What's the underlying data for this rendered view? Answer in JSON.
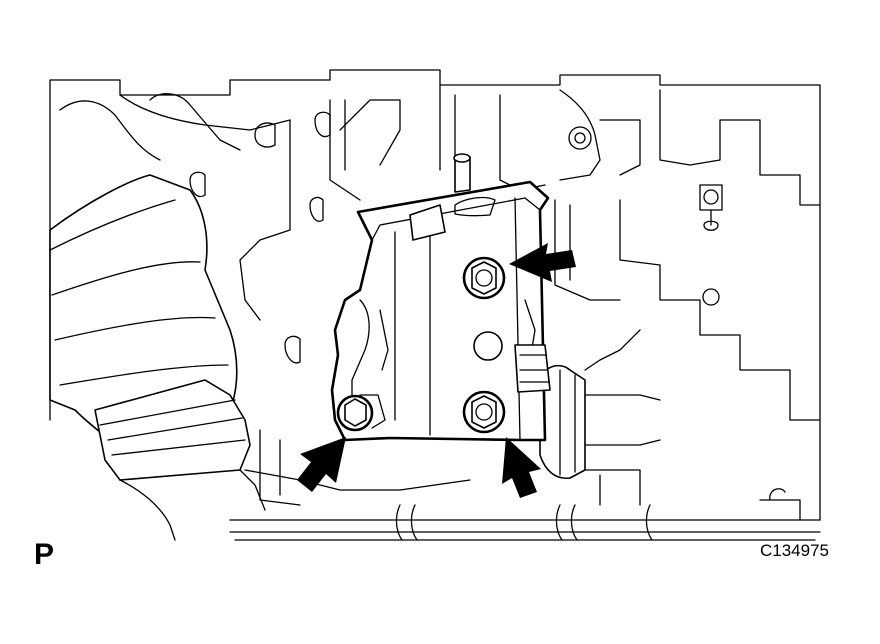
{
  "figure": {
    "view_label": "P",
    "figure_code": "C134975",
    "icons": [
      "engine-mount-bracket-illustration",
      "mounting-bolt-icon",
      "callout-arrow-icon"
    ],
    "callout_count": 3,
    "line_color": "#000000",
    "background_color": "#ffffff"
  }
}
